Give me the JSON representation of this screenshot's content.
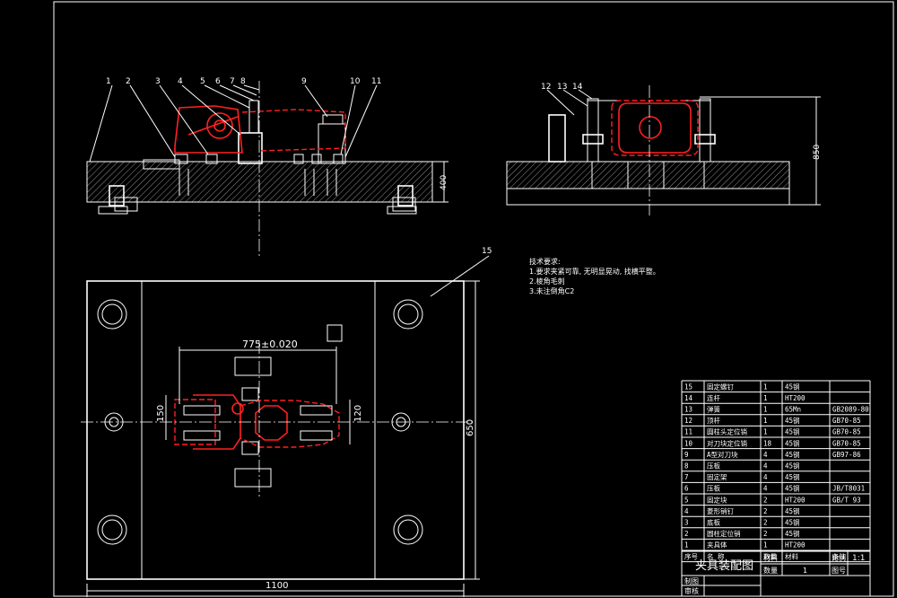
{
  "balloons": [
    "1",
    "2",
    "3",
    "4",
    "5",
    "6",
    "7",
    "8",
    "9",
    "10",
    "11",
    "12",
    "13",
    "14",
    "15"
  ],
  "dims": {
    "front_height": "400",
    "side_height": "850",
    "span": "775±0.020",
    "left_h": "150",
    "right_h": "120",
    "plan_h": "650",
    "plan_w": "1100"
  },
  "tech_req": {
    "title": "技术要求:",
    "lines": [
      "1.要求夹紧可靠, 无明显晃动, 找横平整。",
      "2.棱角毛刺",
      "3.未注倒角C2"
    ]
  },
  "bom": {
    "rows": [
      {
        "no": "15",
        "name": "固定螺钉",
        "qty": "1",
        "mat": "45钢",
        "std": ""
      },
      {
        "no": "14",
        "name": "连杆",
        "qty": "1",
        "mat": "HT200",
        "std": ""
      },
      {
        "no": "13",
        "name": "弹簧",
        "qty": "1",
        "mat": "65Mn",
        "std": "GB2089-80"
      },
      {
        "no": "12",
        "name": "顶杆",
        "qty": "1",
        "mat": "45钢",
        "std": "GB70-85"
      },
      {
        "no": "11",
        "name": "圆柱头定位销",
        "qty": "1",
        "mat": "45钢",
        "std": "GB70-85"
      },
      {
        "no": "10",
        "name": "对刀块定位销",
        "qty": "18",
        "mat": "45钢",
        "std": "GB70-85"
      },
      {
        "no": "9",
        "name": "A型对刀块",
        "qty": "4",
        "mat": "45钢",
        "std": "GB97-86"
      },
      {
        "no": "8",
        "name": "压板",
        "qty": "4",
        "mat": "45钢",
        "std": ""
      },
      {
        "no": "7",
        "name": "固定架",
        "qty": "4",
        "mat": "45钢",
        "std": ""
      },
      {
        "no": "6",
        "name": "压板",
        "qty": "4",
        "mat": "45钢",
        "std": "JB/T8031"
      },
      {
        "no": "5",
        "name": "固定块",
        "qty": "2",
        "mat": "HT200",
        "std": "GB/T 93"
      },
      {
        "no": "4",
        "name": "菱形销钉",
        "qty": "2",
        "mat": "45钢",
        "std": ""
      },
      {
        "no": "3",
        "name": "底板",
        "qty": "2",
        "mat": "45钢",
        "std": ""
      },
      {
        "no": "2",
        "name": "圆柱定位销",
        "qty": "2",
        "mat": "45钢",
        "std": ""
      },
      {
        "no": "1",
        "name": "夹具体",
        "qty": "1",
        "mat": "HT200",
        "std": ""
      }
    ],
    "header": {
      "no": "序号",
      "name": "名 称",
      "qty": "数量",
      "mat": "材料",
      "std": "备注"
    }
  },
  "title_block": {
    "title": "夹具装配图",
    "material_label": "材料",
    "qty_label": "数量",
    "qty_value": "1",
    "scale_label": "比例",
    "scale_value": "1:1",
    "drawing_no_label": "图号",
    "drawn_label": "制图",
    "checked_label": "审核"
  }
}
